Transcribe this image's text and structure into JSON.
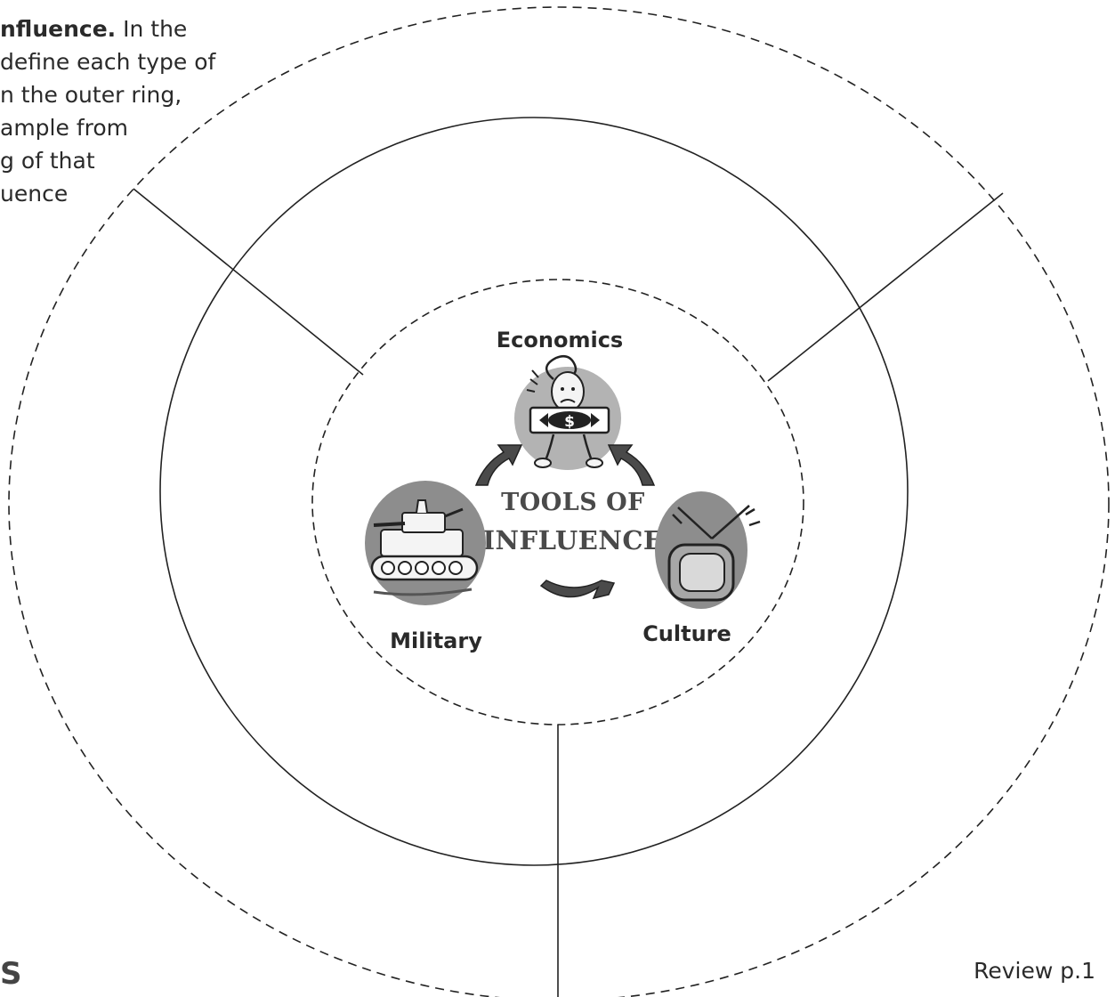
{
  "instructions": {
    "line1_bold": "nfluence.",
    "line1_rest": " In the",
    "line2": "define each type of",
    "line3": "n the outer ring,",
    "line4": "ample from",
    "line5": "g of that",
    "line6": "uence"
  },
  "diagram": {
    "center_title_line1": "TOOLS OF",
    "center_title_line2": "INFLUENCE",
    "labels": {
      "economics": "Economics",
      "military": "Military",
      "culture": "Culture"
    },
    "icons": {
      "economics": "money-man-icon",
      "military": "tank-icon",
      "culture": "television-icon",
      "arrows": "curved-arrow-icon"
    }
  },
  "footer": {
    "left_fragment": "S",
    "page_label": "Review p.1"
  }
}
